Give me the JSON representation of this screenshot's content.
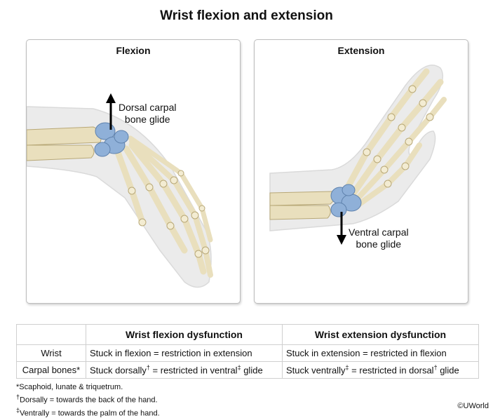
{
  "title": "Wrist flexion and extension",
  "panels": {
    "flexion": {
      "title": "Flexion",
      "glide_line1": "Dorsal carpal",
      "glide_line2": "bone glide"
    },
    "extension": {
      "title": "Extension",
      "glide_line1": "Ventral carpal",
      "glide_line2": "bone glide"
    }
  },
  "table": {
    "headers": [
      "",
      "Wrist flexion dysfunction",
      "Wrist extension dysfunction"
    ],
    "rows": [
      {
        "label": "Wrist",
        "flexion": "Stuck in flexion = restriction in extension",
        "extension": "Stuck in extension = restricted in flexion"
      },
      {
        "label": "Carpal bones*",
        "flexion": {
          "a": "Stuck dorsally",
          "mark_a": "†",
          "b": " = restricted in ventral",
          "mark_b": "‡",
          "c": " glide"
        },
        "extension": {
          "a": "Stuck ventrally",
          "mark_a": "‡",
          "b": " = restricted in dorsal",
          "mark_b": "†",
          "c": " glide"
        }
      }
    ]
  },
  "notes": {
    "n1": "*Scaphoid, lunate & triquetrum.",
    "n2_mark": "†",
    "n2": "Dorsally = towards the back of the hand.",
    "n3_mark": "‡",
    "n3": "Ventrally = towards the palm of the hand."
  },
  "credit": "©UWorld",
  "colors": {
    "bone": "#e9dfbd",
    "bone_edge": "#b8a877",
    "carpal": "#8fb0d8",
    "skin": "#e6e6e6"
  }
}
